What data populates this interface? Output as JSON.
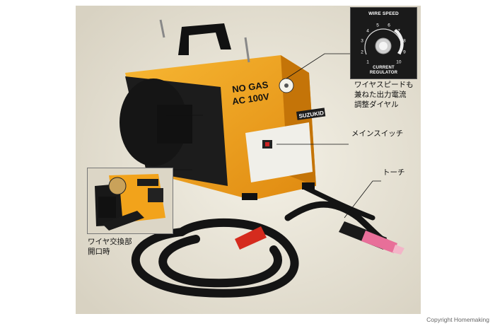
{
  "dial": {
    "title": "WIRE SPEED",
    "scale": [
      "1",
      "2",
      "3",
      "4",
      "5",
      "6",
      "7",
      "8",
      "9",
      "10"
    ],
    "caption_line1": "CURRENT",
    "caption_line2": "REGULATOR"
  },
  "machine_labels": {
    "front_line1": "NO GAS",
    "front_line2": "AC 100V",
    "brand": "SUZUKID"
  },
  "callouts": {
    "dial_line1": "ワイヤスピードも",
    "dial_line2": "兼ねた出力電流",
    "dial_line3": "調整ダイヤル",
    "main_switch": "メインスイッチ",
    "torch": "トーチ",
    "inset_line1": "ワイヤ交換部",
    "inset_line2": "開口時"
  },
  "copyright": "Copyright Homemaking",
  "colors": {
    "machine_body": "#f2a31b",
    "dark_panel": "#1c1c1c",
    "nozzle": "#e86f99"
  }
}
